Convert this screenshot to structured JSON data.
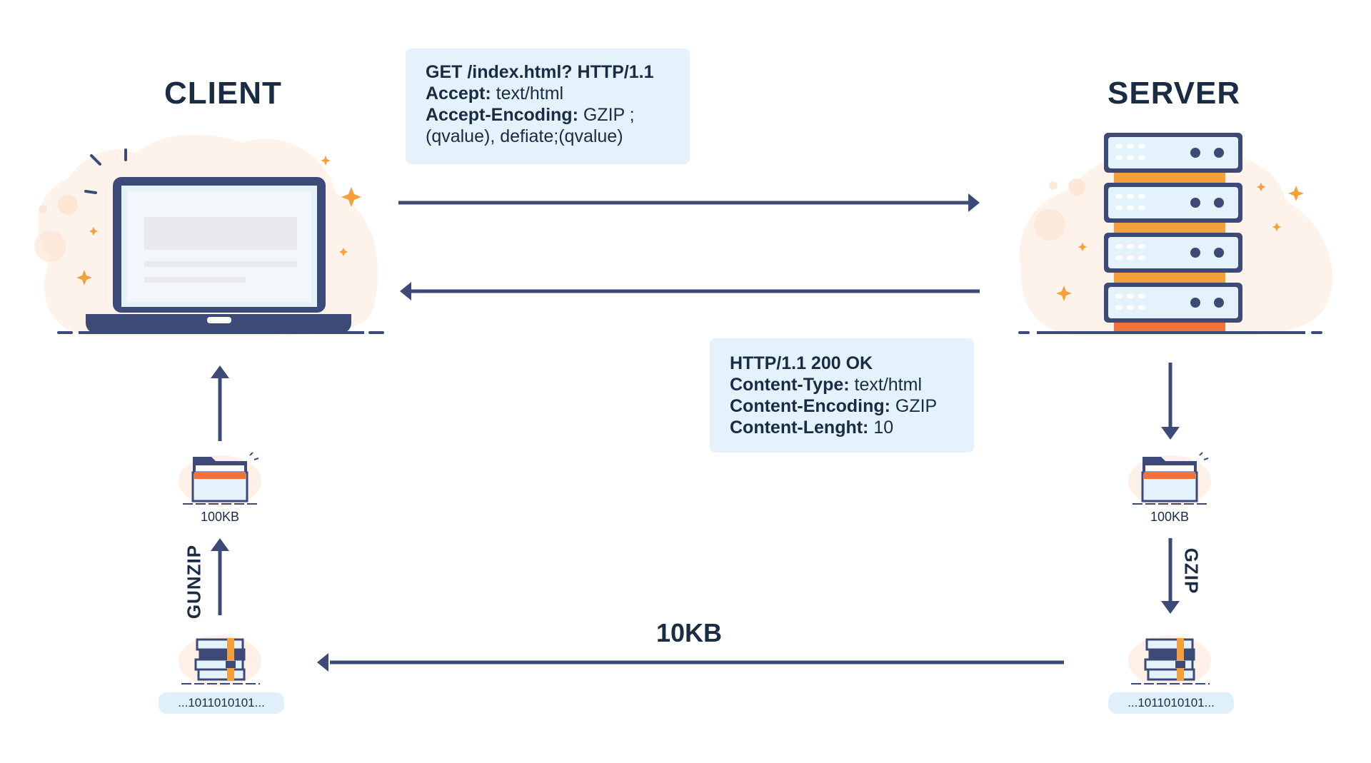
{
  "client": {
    "title": "CLIENT"
  },
  "server": {
    "title": "SERVER"
  },
  "request": {
    "line1": "GET /index.html? HTTP/1.1",
    "accept_key": "Accept:",
    "accept_val": " text/html",
    "encoding_key": "Accept-Encoding:",
    "encoding_val": " GZIP ;",
    "encoding_cont": "(qvalue), defiate;(qvalue)"
  },
  "response": {
    "line1": "HTTP/1.1 200 OK",
    "type_key": "Content-Type:",
    "type_val": " text/html",
    "encoding_key": "Content-Encoding:",
    "encoding_val": " GZIP",
    "length_key": "Content-Lenght:",
    "length_val": " 10"
  },
  "client_file": {
    "size": "100KB"
  },
  "server_file": {
    "size": "100KB"
  },
  "client_archive": {
    "bits": "...1011010101..."
  },
  "server_archive": {
    "bits": "...1011010101..."
  },
  "transfer": {
    "size": "10KB"
  },
  "steps": {
    "compress": "GZIP",
    "decompress": "GUNZIP"
  },
  "colors": {
    "navy": "#3d4a78",
    "orange": "#f5a13b",
    "blue_box": "#e3f2fb",
    "text": "#1a2b44"
  }
}
